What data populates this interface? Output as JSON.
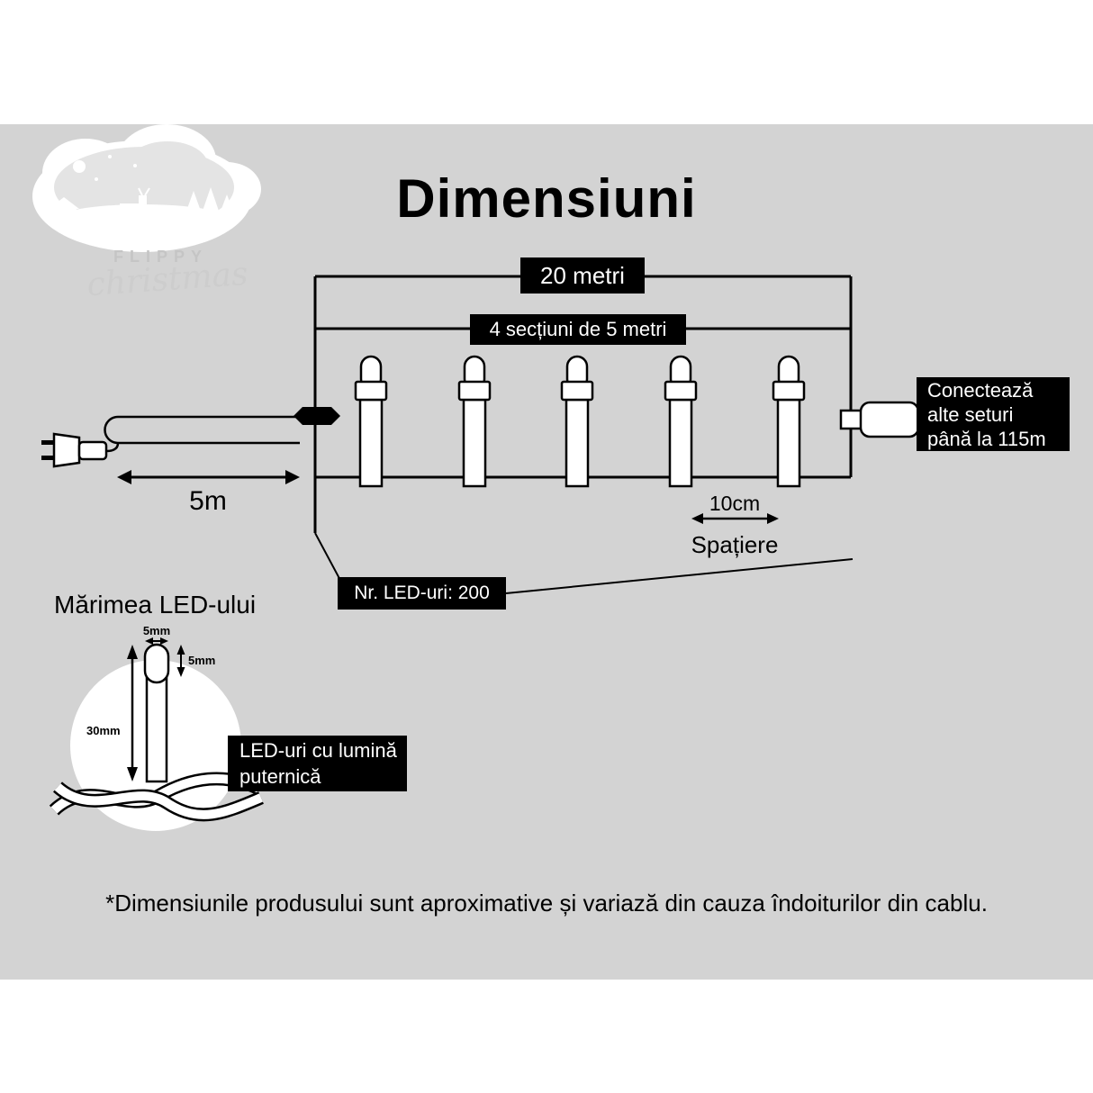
{
  "page": {
    "title": "Dimensiuni",
    "footnote": "*Dimensiunile produsului sunt aproximative și variază din cauza îndoiturilor din cablu."
  },
  "logo": {
    "brand": "FLIPPY",
    "sub_brand": "christmas"
  },
  "diagram": {
    "total_length_label": "20 metri",
    "sections_label": "4 secțiuni de 5 metri",
    "lead_length_label": "5m",
    "spacing_value": "10cm",
    "spacing_label": "Spațiere",
    "led_count_label": "Nr. LED-uri: 200",
    "connect_note": "Conectează\nalte seturi\npână la 115m"
  },
  "led_detail": {
    "heading": "Mărimea LED-ului",
    "tip_width": "5mm",
    "tip_height": "5mm",
    "total_height": "30mm",
    "note": "LED-uri cu lumină\nputernică"
  },
  "colors": {
    "background_band": "#d3d3d3",
    "label_background": "#000000",
    "label_text": "#ffffff",
    "logo_text": "#c5c5c5"
  }
}
